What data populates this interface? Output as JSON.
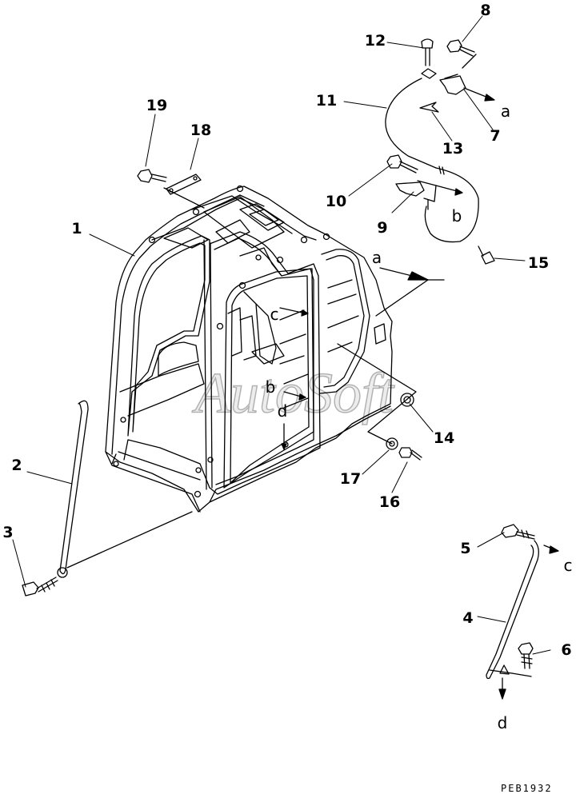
{
  "diagram": {
    "drawing_code": "PEB1932",
    "watermark": "AutoSoft",
    "colors": {
      "line": "#000000",
      "background": "#ffffff"
    },
    "callouts": {
      "p1": "1",
      "p2": "2",
      "p3": "3",
      "p4": "4",
      "p5": "5",
      "p6": "6",
      "p7": "7",
      "p8": "8",
      "p9": "9",
      "p10": "10",
      "p11": "11",
      "p12": "12",
      "p13": "13",
      "p14": "14",
      "p15": "15",
      "p16": "16",
      "p17": "17",
      "p18": "18",
      "p19": "19"
    },
    "refs": {
      "a_top": "a",
      "a_cab": "a",
      "b_harness": "b",
      "b_cab": "b",
      "c_cab": "c",
      "c_pipe": "c",
      "d_cab": "d",
      "d_pipe": "d"
    }
  }
}
